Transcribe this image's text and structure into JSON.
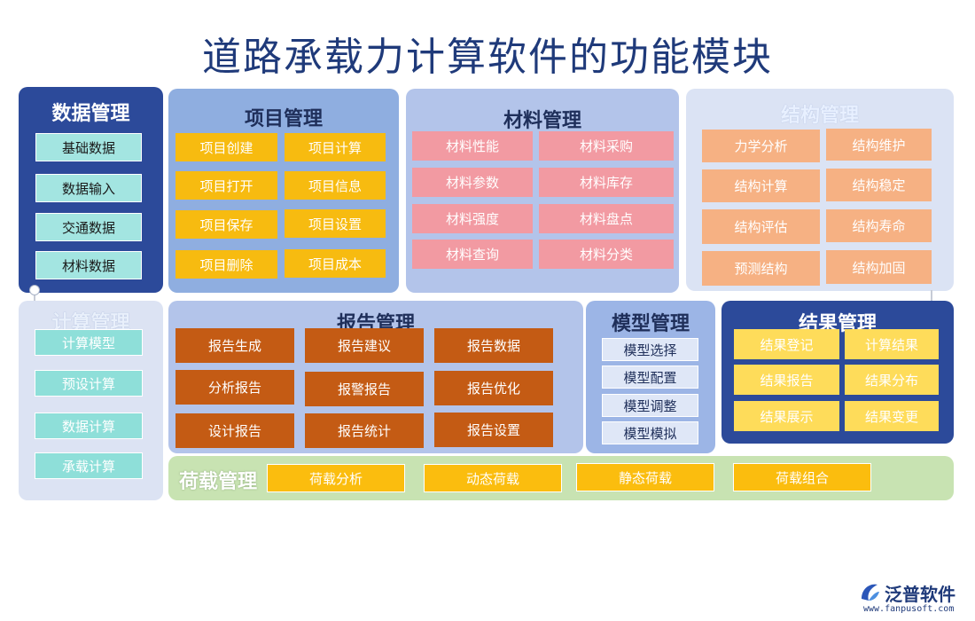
{
  "page_title": "道路承载力计算软件的功能模块",
  "logo": {
    "brand": "泛普软件",
    "url": "www.fanpusoft.com"
  },
  "modules": {
    "data": {
      "title": "数据管理",
      "items": [
        "基础数据",
        "数据输入",
        "交通数据",
        "材料数据"
      ]
    },
    "project": {
      "title": "项目管理",
      "items": [
        "项目创建",
        "项目计算",
        "项目打开",
        "项目信息",
        "项目保存",
        "项目设置",
        "项目删除",
        "项目成本"
      ]
    },
    "material": {
      "title": "材料管理",
      "items": [
        "材料性能",
        "材料采购",
        "材料参数",
        "材料库存",
        "材料强度",
        "材料盘点",
        "材料查询",
        "材料分类"
      ]
    },
    "structure": {
      "title": "结构管理",
      "items": [
        "力学分析",
        "结构维护",
        "结构计算",
        "结构稳定",
        "结构评估",
        "结构寿命",
        "预测结构",
        "结构加固"
      ]
    },
    "calc": {
      "title": "计算管理",
      "items": [
        "计算模型",
        "预设计算",
        "数据计算",
        "承载计算"
      ]
    },
    "report": {
      "title": "报告管理",
      "items": [
        "报告生成",
        "报告建议",
        "报告数据",
        "分析报告",
        "报警报告",
        "报告优化",
        "设计报告",
        "报告统计",
        "报告设置"
      ]
    },
    "model": {
      "title": "模型管理",
      "items": [
        "模型选择",
        "模型配置",
        "模型调整",
        "模型模拟"
      ]
    },
    "result": {
      "title": "结果管理",
      "items": [
        "结果登记",
        "计算结果",
        "结果报告",
        "结果分布",
        "结果展示",
        "结果变更"
      ]
    },
    "load": {
      "title": "荷载管理",
      "items": [
        "荷载分析",
        "动态荷载",
        "静态荷载",
        "荷载组合"
      ]
    }
  },
  "colors": {
    "data_panel": "#2c4a9a",
    "data_item": "#a3e5e1",
    "project_panel": "#8faee0",
    "project_item": "#f7bb10",
    "material_panel": "#b3c4ea",
    "material_item": "#f29aa2",
    "structure_panel": "#dbe3f4",
    "structure_item": "#f6b183",
    "calc_panel": "#dce3f3",
    "calc_item": "#8edfd9",
    "report_panel": "#b3c4ea",
    "report_item": "#c45b14",
    "model_panel": "#9cb5e6",
    "model_item": "#dfe7f7",
    "result_panel": "#2c4a9a",
    "result_item": "#fedc5a",
    "load_panel": "#c8e3b2",
    "load_item": "#fbbd0e"
  }
}
